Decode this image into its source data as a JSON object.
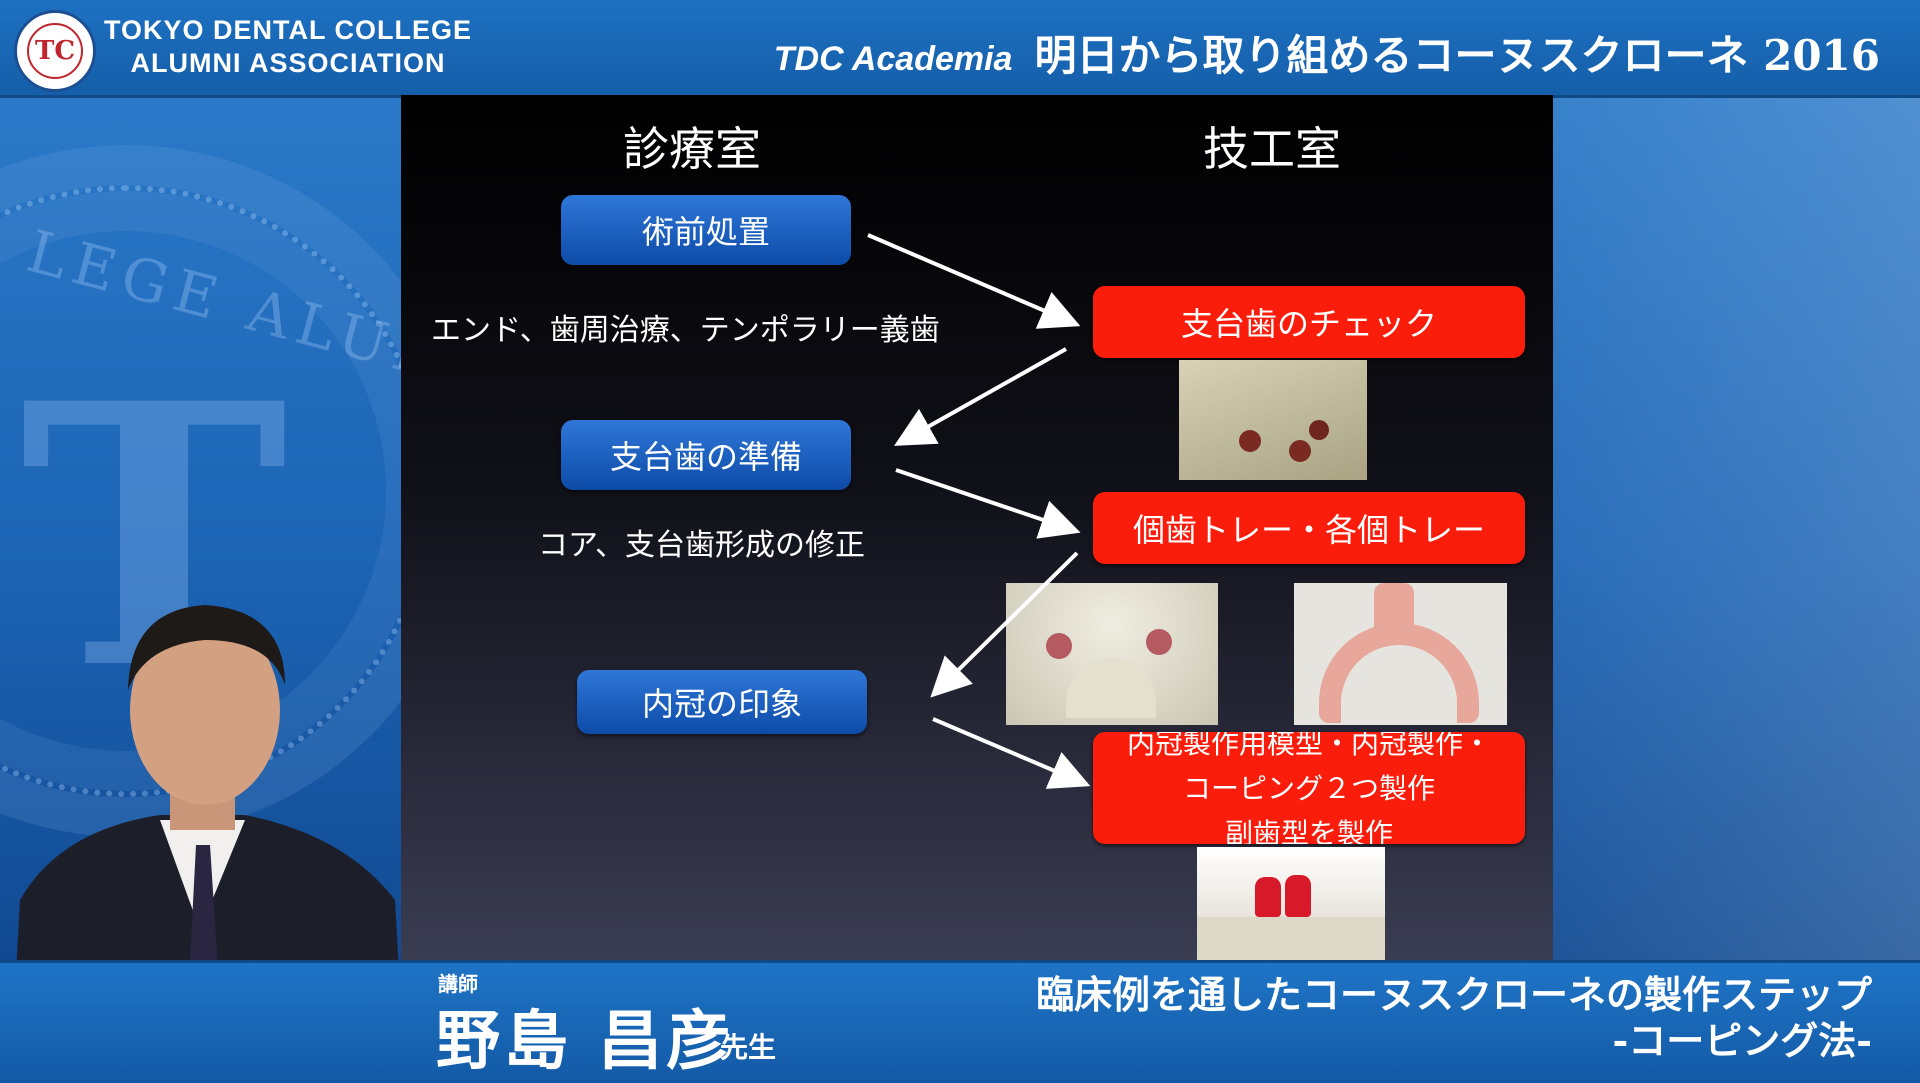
{
  "header": {
    "org_line1": "TOKYO DENTAL COLLEGE",
    "org_line2": "ALUMNI ASSOCIATION",
    "logo_text": "TC",
    "series_en": "TDC Academia",
    "series_jp": "明日から取り組めるコーヌスクローネ 2016"
  },
  "background": {
    "seal_letter": "T",
    "seal_text": "LEGE ALUMNI"
  },
  "slide": {
    "left_heading": "診療室",
    "right_heading": "技工室",
    "clinic_steps": [
      "術前処置",
      "支台歯の準備",
      "内冠の印象"
    ],
    "notes": [
      "エンド、歯周治療、テンポラリー義歯",
      "コア、支台歯形成の修正"
    ],
    "lab_steps": [
      "支台歯のチェック",
      "個歯トレー・各個トレー"
    ],
    "lab_step3_lines": [
      "内冠製作用模型・内冠製作・",
      "コーピング２つ製作",
      "副歯型を製作"
    ]
  },
  "lower_third": {
    "role": "講師",
    "name": "野島 昌彦",
    "honorific": "先生",
    "lecture_line1": "臨床例を通したコーヌスクローネの製作ステップ",
    "lecture_line2": "-コーピング法-"
  },
  "colors": {
    "header_blue": "#1d71c2",
    "step_blue": "#1a5fc0",
    "step_red": "#fb1d0c"
  }
}
